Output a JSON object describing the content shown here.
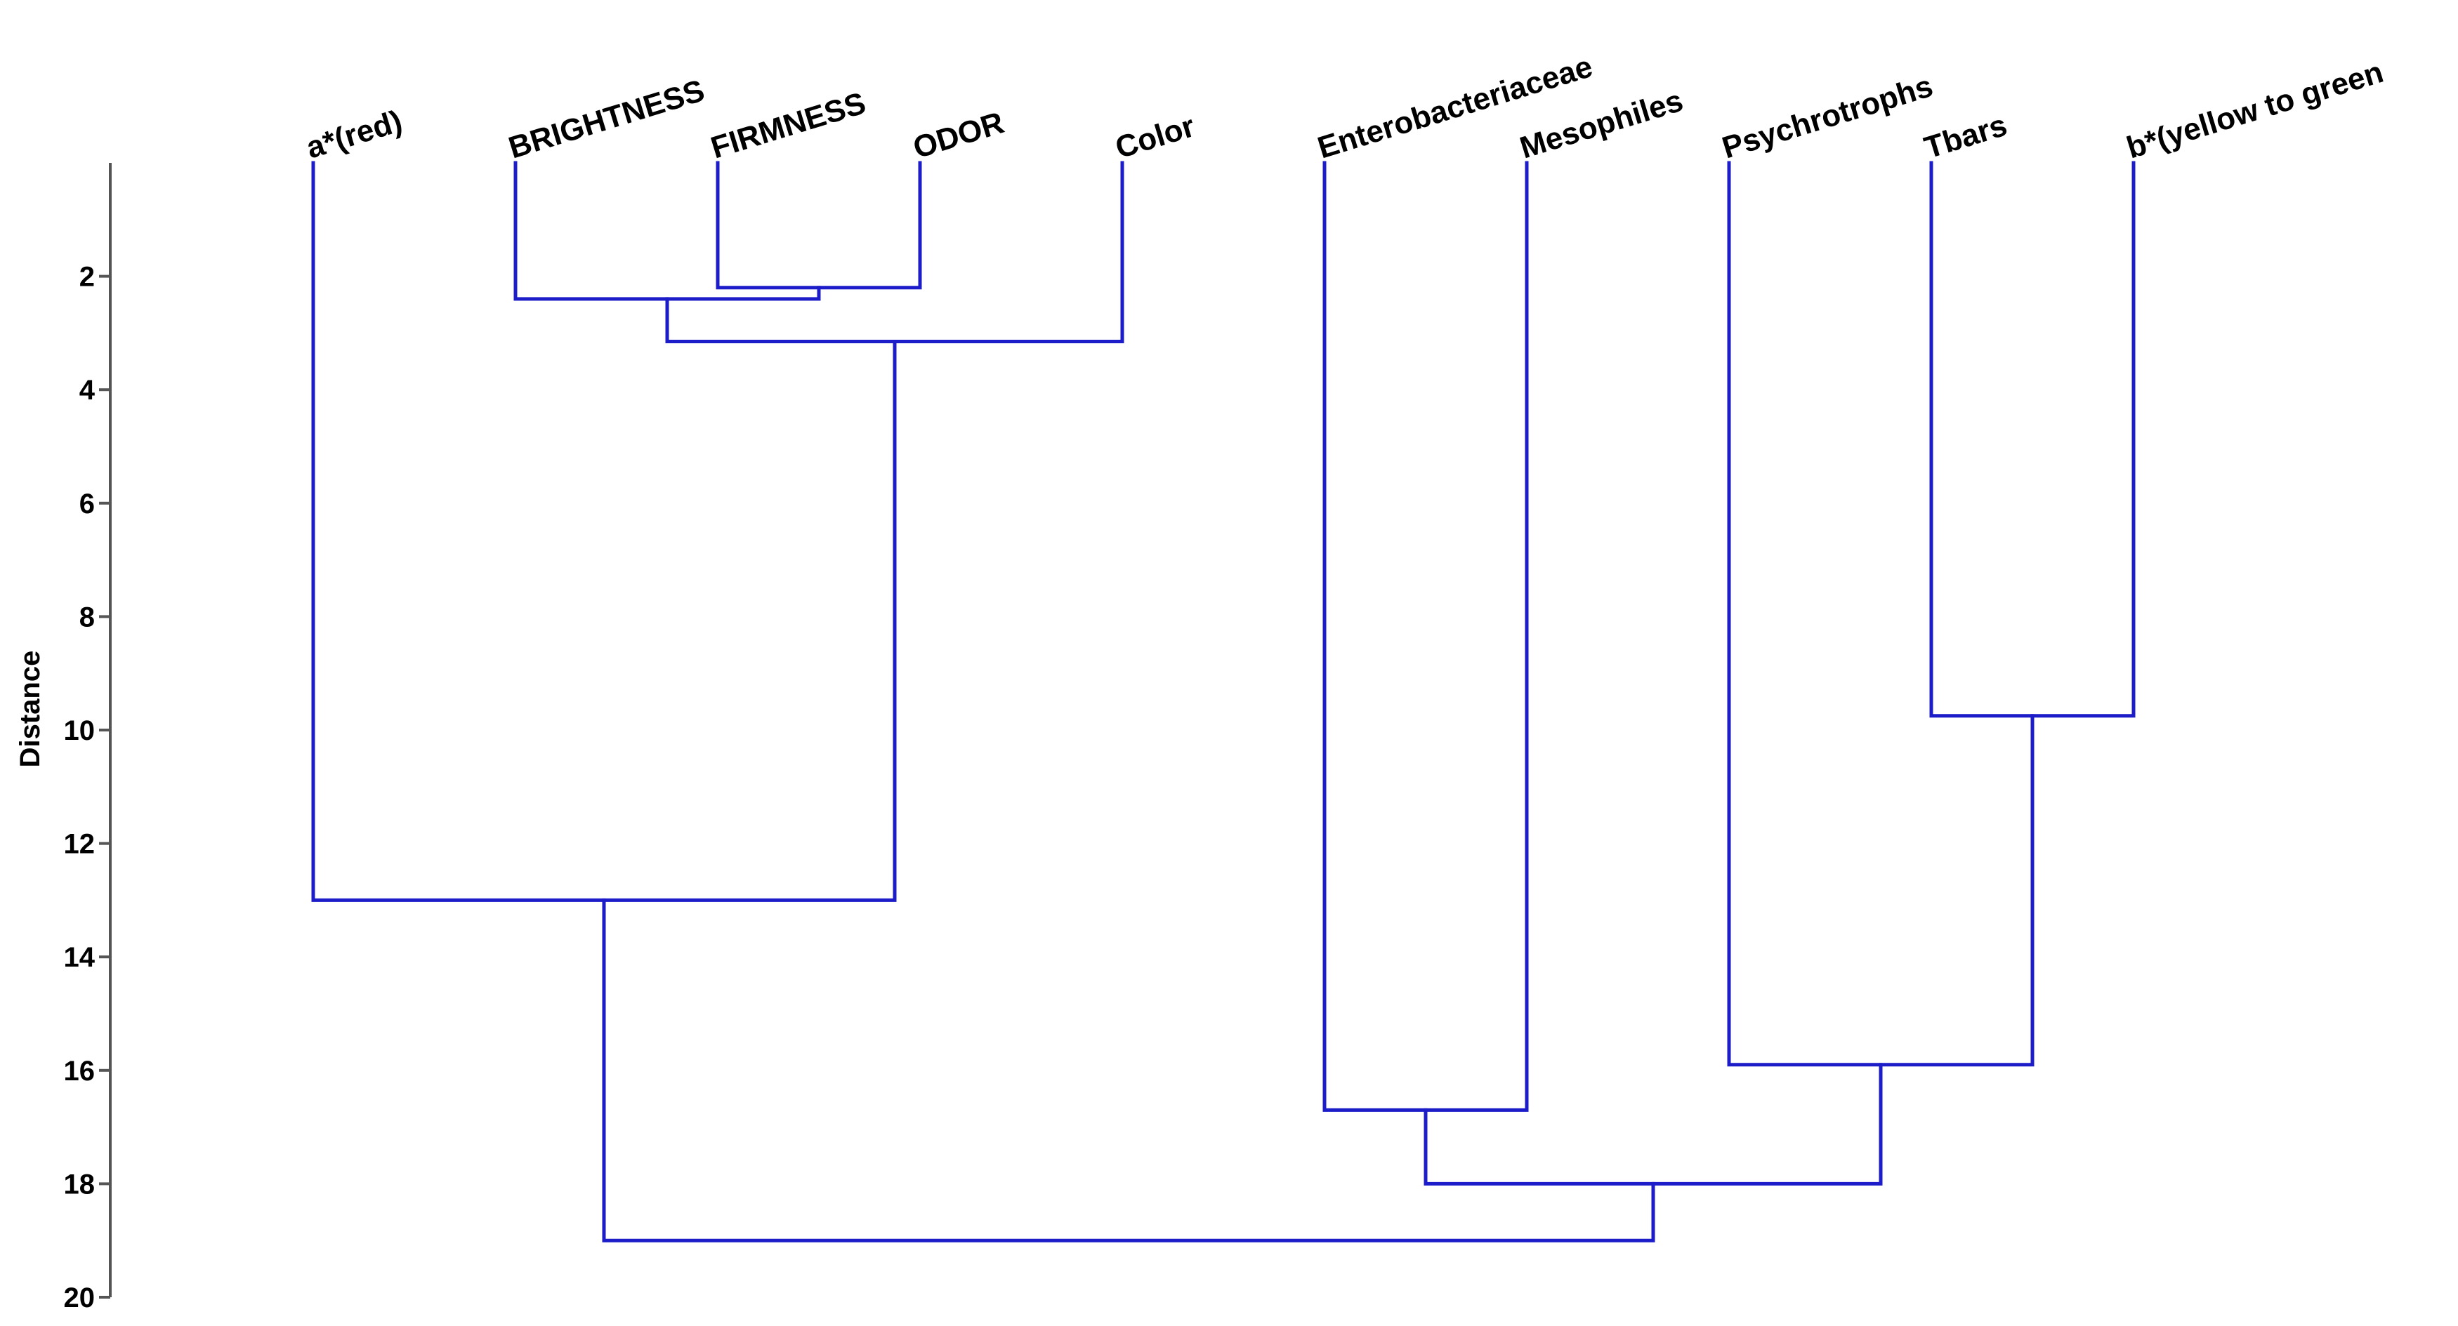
{
  "chart_data": {
    "type": "dendrogram",
    "ylabel": "Distance",
    "ylim": [
      0,
      20
    ],
    "y_ticks": [
      2,
      4,
      6,
      8,
      10,
      12,
      14,
      16,
      18,
      20
    ],
    "y_axis_inverted": true,
    "line_color": "#1c1cc8",
    "leaves": [
      "a*(red)",
      "BRIGHTNESS",
      "FIRMNESS",
      "ODOR",
      "Color",
      "Enterobacteriaceae",
      "Mesophiles",
      "Psychrotrophs",
      "Tbars",
      "b*(yellow to green"
    ],
    "merges": [
      {
        "id": "m1",
        "left": "FIRMNESS",
        "right": "ODOR",
        "height": 2.2
      },
      {
        "id": "m2",
        "left": "BRIGHTNESS",
        "right": "m1",
        "height": 2.4
      },
      {
        "id": "m3",
        "left": "m2",
        "right": "Color",
        "height": 3.15
      },
      {
        "id": "m4",
        "left": "a*(red)",
        "right": "m3",
        "height": 13.0
      },
      {
        "id": "m5",
        "left": "Tbars",
        "right": "b*(yellow to green",
        "height": 9.75
      },
      {
        "id": "m6",
        "left": "Psychrotrophs",
        "right": "m5",
        "height": 15.9
      },
      {
        "id": "m7",
        "left": "Enterobacteriaceae",
        "right": "Mesophiles",
        "height": 16.7
      },
      {
        "id": "m8",
        "left": "m7",
        "right": "m6",
        "height": 18.0
      },
      {
        "id": "m9",
        "left": "m4",
        "right": "m8",
        "height": 19.0
      }
    ]
  }
}
